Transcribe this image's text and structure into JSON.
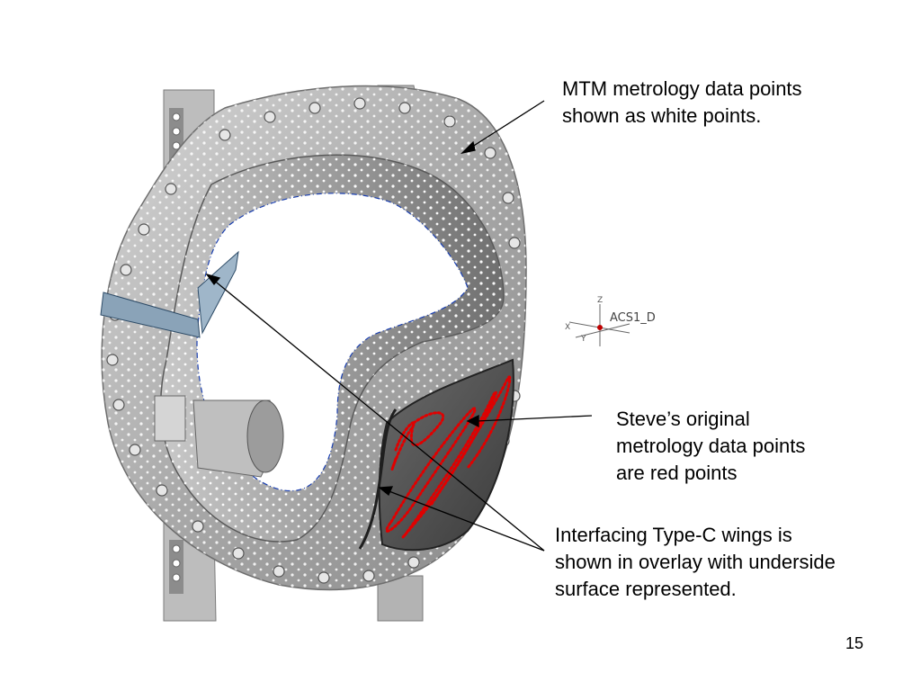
{
  "slide": {
    "page_number": "15",
    "callouts": {
      "mtm": "MTM metrology data points\nshown as white points.",
      "steve": "Steve’s original\nmetrology data points\nare red points",
      "wings": "Interfacing Type-C wings is\nshown in overlay with underside\nsurface represented."
    },
    "figure": {
      "coordinate_system_label": "ACS1_D",
      "axis_x": "X",
      "axis_y": "Y",
      "axis_z": "Z"
    }
  },
  "colors": {
    "metrology_white": "#ffffff",
    "metrology_red": "#e00000",
    "part_gray": "#9e9e9e",
    "part_dark": "#4a4a4a",
    "blue_outline": "#1a3fb0"
  }
}
